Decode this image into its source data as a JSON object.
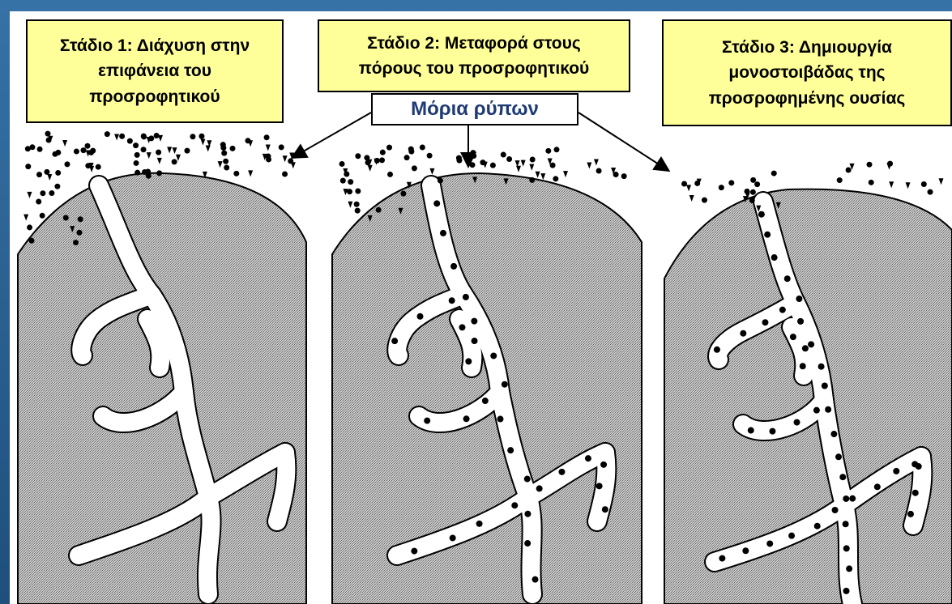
{
  "stages": [
    {
      "lines": [
        "Στάδιο 1: Διάχυση στην",
        "επιφάνεια του",
        "προσροφητικού"
      ]
    },
    {
      "lines": [
        "Στάδιο 2: Μεταφορά στους",
        "πόρους του προσροφητικού"
      ]
    },
    {
      "lines": [
        "Στάδιο 3: Δημιουργία",
        "μονοστοιβάδας της",
        "προσροφημένης ουσίας"
      ]
    }
  ],
  "pollutant_label": "Μόρια ρύπων",
  "colors": {
    "frame": "#2a5b86",
    "stage_box": "#ffff99",
    "label_text": "#1f3b73",
    "particle": "#000000",
    "adsorbent": "#b5b5b5"
  },
  "icons": [
    "particle-cloud",
    "adsorbent-grain",
    "pore-channel",
    "arrow"
  ]
}
